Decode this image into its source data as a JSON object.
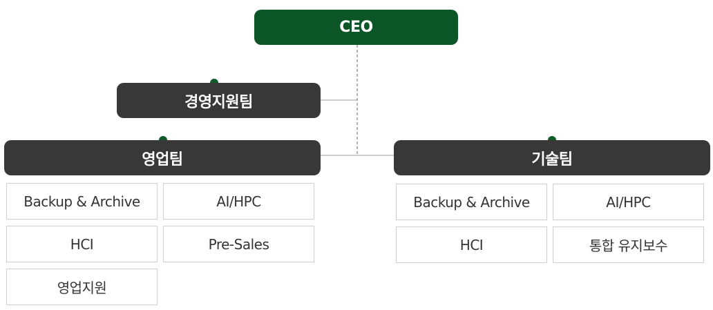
{
  "ceo": {
    "label": "CEO"
  },
  "management_support": {
    "label": "경영지원팀"
  },
  "sales_team": {
    "label": "영업팀",
    "units": [
      "Backup & Archive",
      "AI/HPC",
      "HCI",
      "Pre-Sales",
      "영업지원"
    ]
  },
  "tech_team": {
    "label": "기술팀",
    "units": [
      "Backup & Archive",
      "AI/HPC",
      "HCI",
      "통합 유지보수"
    ]
  },
  "colors": {
    "ceo_box": "#0b5527",
    "team_box": "#383838",
    "dot": "#0f5a2b",
    "connector": "#9a9a9a",
    "unit_border": "#cfcfcf",
    "unit_text": "#333333"
  }
}
